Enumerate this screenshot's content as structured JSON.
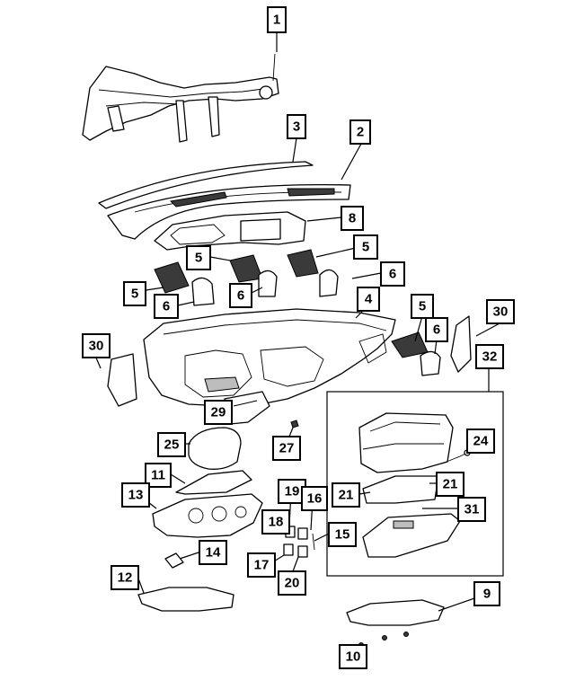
{
  "diagram": {
    "callouts": [
      {
        "id": "c1",
        "label": "1"
      },
      {
        "id": "c3",
        "label": "3"
      },
      {
        "id": "c2",
        "label": "2"
      },
      {
        "id": "c8",
        "label": "8"
      },
      {
        "id": "c5a",
        "label": "5"
      },
      {
        "id": "c5b",
        "label": "5"
      },
      {
        "id": "c5c",
        "label": "5"
      },
      {
        "id": "c6a",
        "label": "6"
      },
      {
        "id": "c6b",
        "label": "6"
      },
      {
        "id": "c6c",
        "label": "6"
      },
      {
        "id": "c4",
        "label": "4"
      },
      {
        "id": "c5d",
        "label": "5"
      },
      {
        "id": "c6d",
        "label": "6"
      },
      {
        "id": "c30a",
        "label": "30"
      },
      {
        "id": "c30b",
        "label": "30"
      },
      {
        "id": "c32",
        "label": "32"
      },
      {
        "id": "c29",
        "label": "29"
      },
      {
        "id": "c25",
        "label": "25"
      },
      {
        "id": "c27",
        "label": "27"
      },
      {
        "id": "c24",
        "label": "24"
      },
      {
        "id": "c11",
        "label": "11"
      },
      {
        "id": "c21a",
        "label": "21"
      },
      {
        "id": "c21b",
        "label": "21"
      },
      {
        "id": "c13",
        "label": "13"
      },
      {
        "id": "c19",
        "label": "19"
      },
      {
        "id": "c16",
        "label": "16"
      },
      {
        "id": "c31",
        "label": "31"
      },
      {
        "id": "c18",
        "label": "18"
      },
      {
        "id": "c15",
        "label": "15"
      },
      {
        "id": "c14",
        "label": "14"
      },
      {
        "id": "c17",
        "label": "17"
      },
      {
        "id": "c20",
        "label": "20"
      },
      {
        "id": "c12",
        "label": "12"
      },
      {
        "id": "c9",
        "label": "9"
      },
      {
        "id": "c10",
        "label": "10"
      }
    ]
  }
}
